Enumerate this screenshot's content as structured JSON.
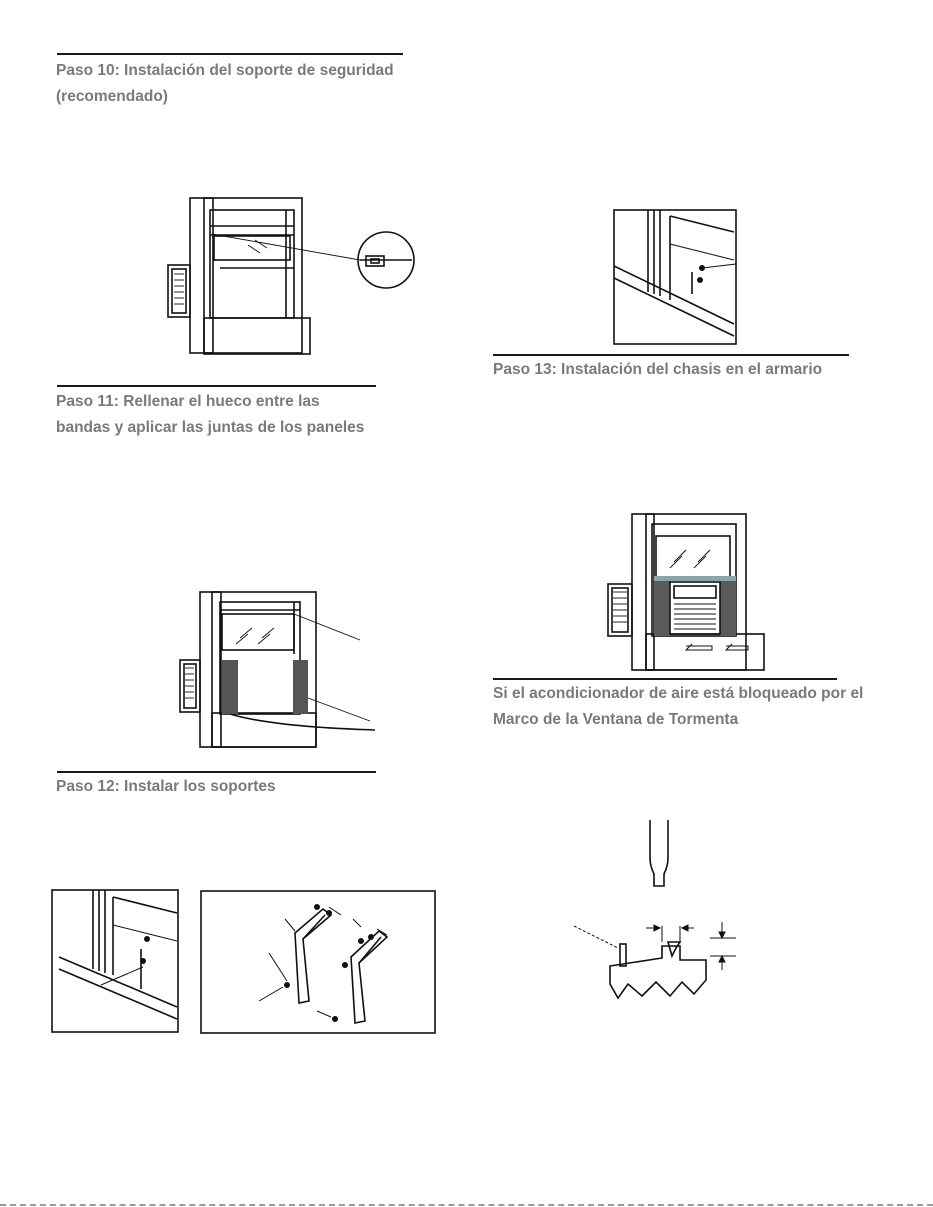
{
  "page": {
    "step10": {
      "line1": "Paso 10: Instalación del soporte de seguridad",
      "line2": "(recomendado)"
    },
    "step11": {
      "line1": "Paso 11: Rellenar el hueco entre las",
      "line2": "bandas y aplicar las juntas de los paneles"
    },
    "step12": {
      "line1": "Paso 12: Instalar los soportes"
    },
    "step13": {
      "line1": "Paso 13: Instalación del chasis en el armario"
    },
    "storm": {
      "line1": "Si el acondicionador de aire está bloqueado por el",
      "line2": "Marco de la Ventana de Tormenta"
    }
  }
}
